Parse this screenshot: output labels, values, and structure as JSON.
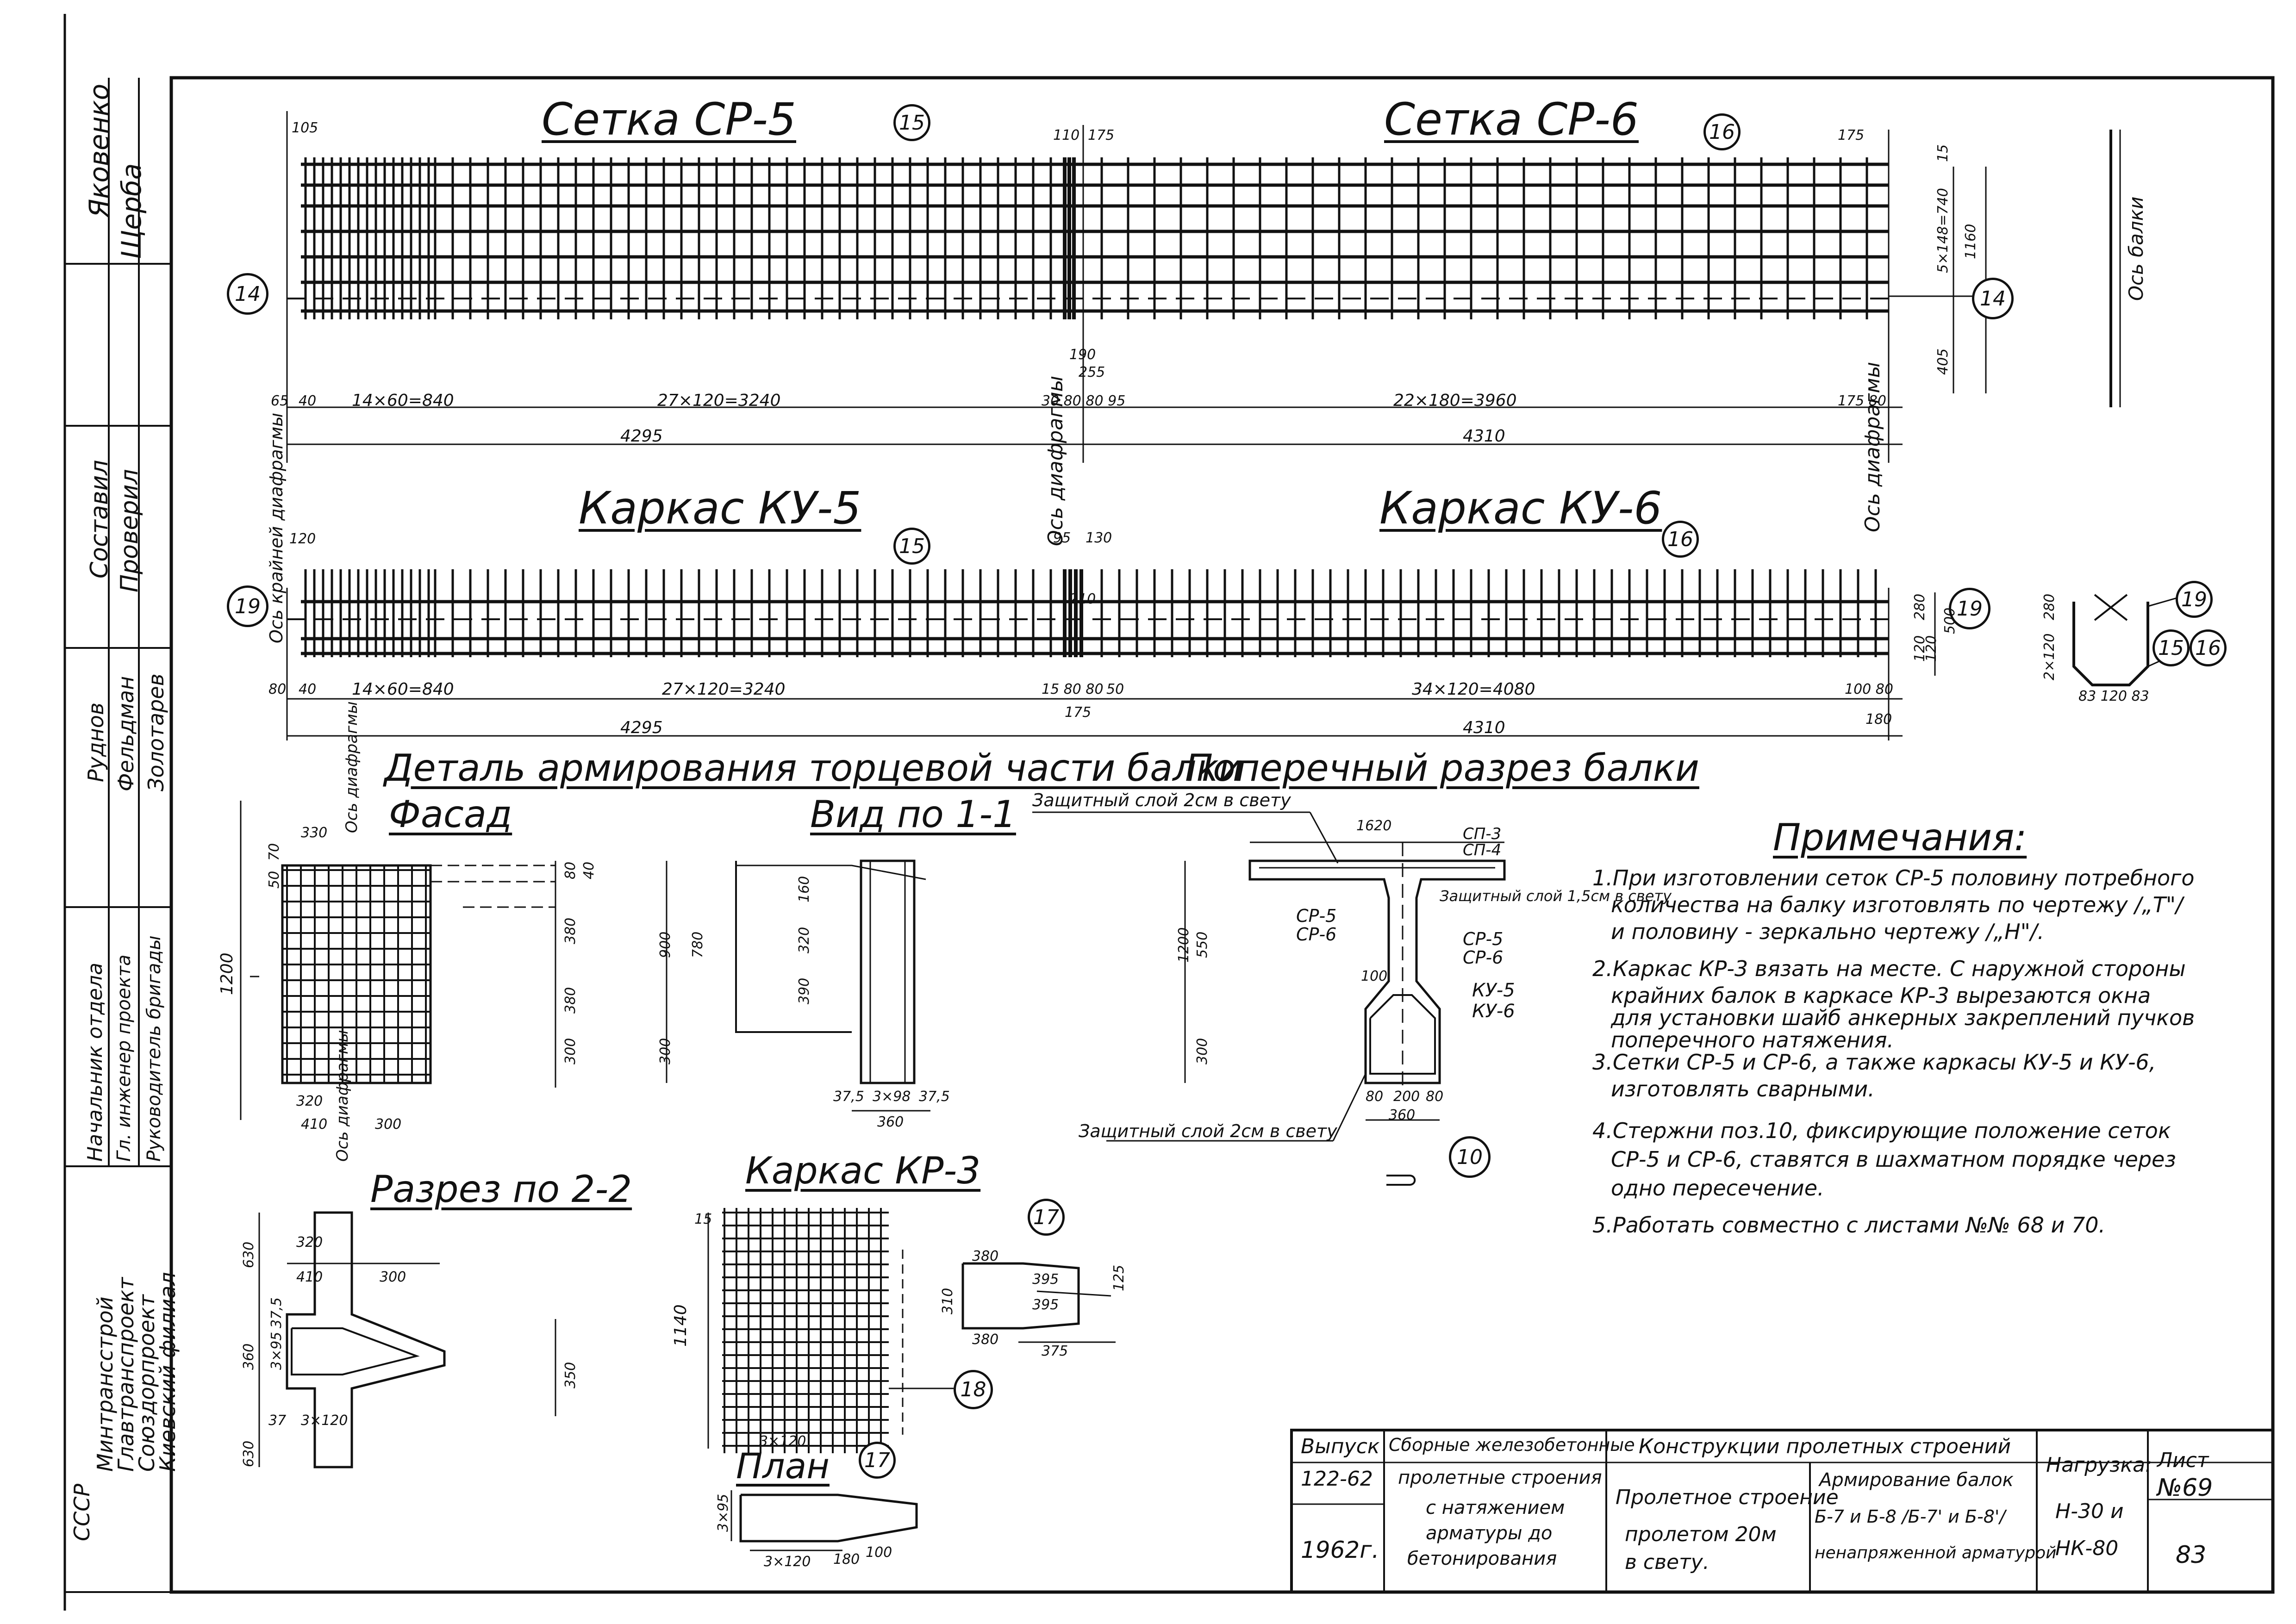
{
  "stamp": {
    "roles": [
      "Составил",
      "Проверил",
      "Руднов",
      "Фельдман",
      "Золотарев",
      "Начальник отдела",
      "Гл. инженер проекта",
      "Руководитель бригады"
    ],
    "names": [
      "Яковенко",
      "Щерба"
    ],
    "org": [
      "СССР",
      "Минтрансстрой",
      "Главтранспроект",
      "Союздорпроект",
      "Киевский филиал"
    ]
  },
  "titles": {
    "setka5": "Сетка СР-5",
    "setka6": "Сетка СР-6",
    "karkas5": "Каркас КУ-5",
    "karkas6": "Каркас КУ-6",
    "detail": "Деталь армирования торцевой части балки",
    "fasad": "Фасад",
    "vid11": "Вид по 1-1",
    "poperechny": "Поперечный разрез балки",
    "razrez22": "Разрез по 2-2",
    "karkasKR3": "Каркас КР-3",
    "plan": "План",
    "notes_title": "Примечания:"
  },
  "labels": {
    "os_krainei": "Ось крайней диафрагмы",
    "os_diafragmy": "Ось диафрагмы",
    "os_balki": "Ось балки",
    "zash_top": "Защитный слой 2см в свету",
    "zash_bottom": "Защитный слой 2см в свету",
    "zash_mid": "Защитный слой 1,5см в свету",
    "sp3": "СП-3",
    "sp4": "СП-4",
    "cp5": "СР-5",
    "cp6": "СР-6",
    "ku5": "КУ-5",
    "ku6": "КУ-6"
  },
  "callouts": [
    "15",
    "16",
    "14",
    "14",
    "19",
    "15",
    "16",
    "19",
    "19",
    "15",
    "16",
    "10",
    "17",
    "18",
    "17"
  ],
  "dims": {
    "s_top_105": "105",
    "s_top_110": "110",
    "s_top_175a": "175",
    "s_top_175b": "175",
    "s_bot_65": "65",
    "s_bot_40": "40",
    "s_bot_1": "14×60=840",
    "s_bot_2": "27×120=3240",
    "s_bot_3": "30 80 80 95",
    "s_bot_4": "22×180=3960",
    "s_bot_5": "175 80",
    "s_tot_1": "4295",
    "s_tot_2": "4310",
    "s_190": "190",
    "s_255": "255",
    "s_r1": "15",
    "s_r2": "5×148=740",
    "s_r3": "1160",
    "s_r4": "405",
    "k_top_120": "120",
    "k_top_95": "95",
    "k_top_130": "130",
    "k_210": "210",
    "k_bot_80": "80",
    "k_bot_40": "40",
    "k_bot_1": "14×60=840",
    "k_bot_2": "27×120=3240",
    "k_bot_3": "15 80 80",
    "k_bot_50": "50",
    "k_bot_4": "34×120=4080",
    "k_bot_5": "100 80",
    "k_175": "175",
    "k_tot_1": "4295",
    "k_tot_2": "4310",
    "k_180": "180",
    "k_r1": "280",
    "k_r2": "500",
    "k_r3": "120",
    "k_r4": "120",
    "sec_280": "280",
    "sec_2x120": "2×120",
    "sec_b": "83 120 83",
    "f_330": "330",
    "f_320": "320",
    "f_410": "410",
    "f_300": "300",
    "f_1200": "1200",
    "f_70": "70",
    "f_50": "50",
    "f_right": "80",
    "f_40": "40",
    "f_380": "380",
    "f_380b": "380",
    "f_300b": "300",
    "v_900": "900",
    "v_780": "780",
    "v_300": "300",
    "v_160": "160",
    "v_320": "320",
    "v_390": "390",
    "v_3x98": "3×98",
    "v_375a": "37,5",
    "v_375b": "37,5",
    "v_360": "360",
    "p_1620": "1620",
    "p_1200": "1200",
    "p_550": "550",
    "p_300": "300",
    "p_100": "100",
    "p_80": "80",
    "p_200": "200",
    "p_80b": "80",
    "p_360": "360",
    "r_630a": "630",
    "r_630b": "630",
    "r_360": "360",
    "r_320": "320",
    "r_410": "410",
    "r_300": "300",
    "r_375": "37,5",
    "r_3x95": "3×95",
    "r_3x120": "3×120",
    "r_37": "37",
    "r_350": "350",
    "kr_1140": "1140",
    "kr_3x120": "3×120",
    "kr_15": "15",
    "d_380a": "380",
    "d_395a": "395",
    "d_395b": "395",
    "d_380b": "380",
    "d_375": "375",
    "d_310": "310",
    "d_125": "125",
    "pl_3x95": "3×95",
    "pl_3x120": "3×120",
    "pl_180": "180",
    "pl_100": "100"
  },
  "notes": [
    "1.При изготовлении сеток СР-5 половину потребного",
    "количества на балку изготовлять по чертежу /„Т\"/",
    "и половину - зеркально чертежу /„Н\"/.",
    "2.Каркас КР-3 вязать на месте. С наружной стороны",
    "крайних балок в каркасе КР-3 вырезаются окна",
    "для установки шайб анкерных закреплений пучков",
    "поперечного натяжения.",
    "3.Сетки СР-5 и СР-6, а также каркасы КУ-5 и КУ-6,",
    "изготовлять сварными.",
    "4.Стержни поз.10, фиксирующие положение сеток",
    "СР-5 и СР-6, ставятся в шахматном порядке через",
    "одно пересечение.",
    "5.Работать совместно с листами №№ 68 и 70."
  ],
  "titleblock": {
    "vypusk_label": "Выпуск",
    "vypusk": "122-62",
    "year": "1962г.",
    "series": [
      "Сборные железобетонные",
      "пролетные строения",
      "с натяжением",
      "арматуры до",
      "бетонирования"
    ],
    "header": "Конструкции пролетных строений",
    "object": [
      "Пролетное строение",
      "пролетом 20м",
      "в свету."
    ],
    "subject": [
      "Армирование балок",
      "Б-7 и Б-8 /Б-7' и Б-8'/",
      "ненапряженной арматурой"
    ],
    "load_label": "Нагрузка:",
    "load": [
      "Н-30 и",
      "НК-80"
    ],
    "sheet_label": "Лист",
    "sheet": "№69",
    "page": "83"
  }
}
